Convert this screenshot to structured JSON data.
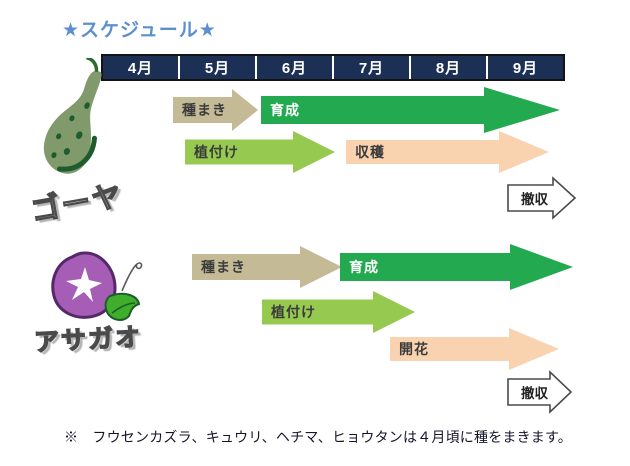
{
  "title": "★スケジュール★",
  "timeline": {
    "months": [
      "4月",
      "5月",
      "6月",
      "7月",
      "8月",
      "9月"
    ]
  },
  "note": "※　フウセンカズラ、キュウリ、ヘチマ、ヒョウタンは４月頃に種をまきます。",
  "colors": {
    "title_blue": "#5b8fd0",
    "header_navy": "#1b3054",
    "sow_tan": "#c4ba96",
    "grow_green": "#23a94f",
    "plant_lightgreen": "#95c950",
    "harvest_peach": "#f9d2b0",
    "remove_white": "#ffffff",
    "remove_outline": "#4a4a4a",
    "dark_text": "#3b3b3b"
  },
  "chart_data": {
    "type": "table",
    "subtype": "gantt-schedule",
    "title": "★スケジュール★",
    "axis": {
      "unit": "month",
      "start": 4,
      "end": 10,
      "tick_labels": [
        "4月",
        "5月",
        "6月",
        "7月",
        "8月",
        "9月"
      ]
    },
    "legend": "none",
    "rows": [
      {
        "name": "ゴーヤ",
        "phases": [
          {
            "label": "種まき",
            "start": 4.93,
            "end": 6.03,
            "style": "sow",
            "track": 0
          },
          {
            "label": "育成",
            "start": 6.07,
            "end": 9.94,
            "style": "grow",
            "track": 0
          },
          {
            "label": "植付け",
            "start": 5.09,
            "end": 7.03,
            "style": "plant",
            "track": 1
          },
          {
            "label": "収穫",
            "start": 7.17,
            "end": 9.8,
            "style": "harvest",
            "track": 1
          },
          {
            "label": "撤収",
            "start": 9.26,
            "end": 10.12,
            "style": "remove",
            "track": 2
          }
        ]
      },
      {
        "name": "アサガオ",
        "phases": [
          {
            "label": "種まき",
            "start": 5.18,
            "end": 7.12,
            "style": "sow",
            "track": 0
          },
          {
            "label": "育成",
            "start": 7.09,
            "end": 10.1,
            "style": "grow",
            "track": 0
          },
          {
            "label": "植付け",
            "start": 6.08,
            "end": 8.06,
            "style": "plant",
            "track": 1
          },
          {
            "label": "開花",
            "start": 7.74,
            "end": 9.93,
            "style": "harvest",
            "track": 2
          },
          {
            "label": "撤収",
            "start": 9.26,
            "end": 10.08,
            "style": "remove",
            "track": 3
          }
        ]
      }
    ]
  }
}
